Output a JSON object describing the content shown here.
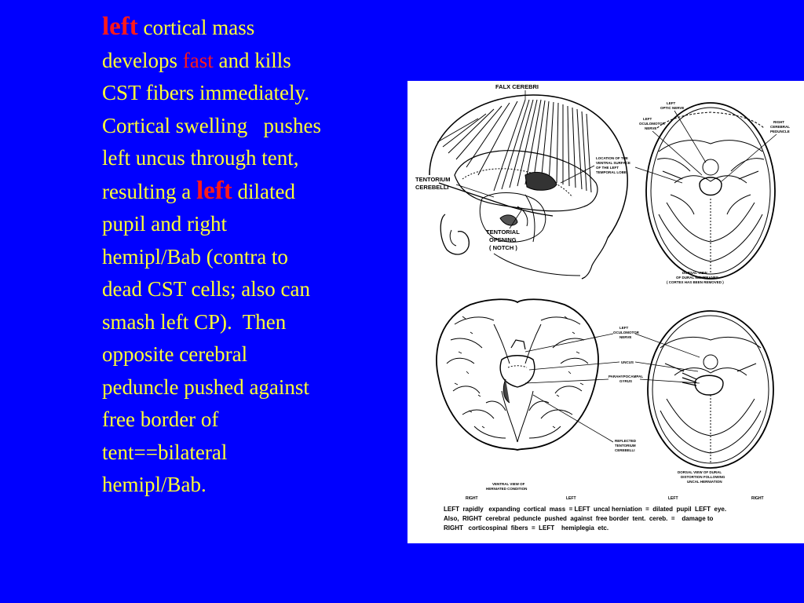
{
  "text": {
    "l1_red": "left",
    "l1_rest": " cortical mass",
    "l2_a": "develops ",
    "l2_red": "fast",
    "l2_b": " and kills",
    "l3": "CST fibers immediately.",
    "l4": "Cortical swelling   pushes",
    "l5": "left uncus through tent,",
    "l6_a": "resulting a ",
    "l6_red": "left",
    "l6_b": " dilated",
    "l7": "pupil and right",
    "l8": "hemipl/Bab (contra to",
    "l9": "dead CST cells; also can",
    "l10": "smash left CP).  Then",
    "l11": "opposite cerebral",
    "l12": "peduncle pushed against",
    "l13": "free border of",
    "l14": "tent==bilateral",
    "l15": "hemipl/Bab."
  },
  "figure": {
    "falx": "FALX CEREBRI",
    "tentorium_1": "TENTORIUM",
    "tentorium_2": "CEREBELLI",
    "opening_1": "TENTORIAL",
    "opening_2": "OPENING",
    "opening_3": "( NOTCH )",
    "left_optic_1": "LEFT",
    "left_optic_2": "OPTIC  NERVE",
    "left_oculo_1": "LEFT",
    "left_oculo_2": "OCULOMOTOR",
    "left_oculo_3": "NERVE",
    "right_ped_1": "RIGHT",
    "right_ped_2": "CEREBRAL",
    "right_ped_3": "PEDUNCLE",
    "location_1": "LOCATION  OF  THE",
    "location_2": "VENTRAL SURFACE",
    "location_3": "OF THE  LEFT",
    "location_4": "TEMPORAL  LOBE",
    "dorsal_1": "DORSAL  VIEW",
    "dorsal_2": "OF  DURAL  MEMBRANES",
    "dorsal_3": "( CORTEX  HAS  BEEN  REMOVED )",
    "left_oculo2_1": "LEFT",
    "left_oculo2_2": "OCULOMOTOR",
    "left_oculo2_3": "NERVE",
    "uncus": "UNCUS",
    "parahippo_1": "PARAHYPOCAMPAL",
    "parahippo_2": "GYRUS",
    "reflected_1": "REFLECTED",
    "reflected_2": "TENTORIUM",
    "reflected_3": "CEREBELLI",
    "ventral_1": "VENTRAL  VIEW  OF",
    "ventral_2": "HERNIATED  CONDITION",
    "dorsal2_1": "DORSAL  VIEW  OF  DURAL",
    "dorsal2_2": "DISTORTION  FOLLOWING",
    "dorsal2_3": "UNCAL  HERNIATION",
    "orient_right_1": "RIGHT",
    "orient_left_1": "LEFT",
    "orient_left_2": "LEFT",
    "orient_right_2": "RIGHT"
  },
  "caption": {
    "line1": "LEFT  rapidly   expanding  cortical  mass  = LEFT  uncal herniation  =  dilated  pupil  LEFT  eye.",
    "line2": "Also,  RIGHT  cerebral  peduncle  pushed  against  free border  tent.  cereb.  =    damage to",
    "line3": "RIGHT   corticospinal  fibers  =  LEFT    hemiplegia  etc."
  },
  "colors": {
    "background": "#0000ff",
    "text": "#ffff33",
    "highlight": "#ff1a1a"
  }
}
